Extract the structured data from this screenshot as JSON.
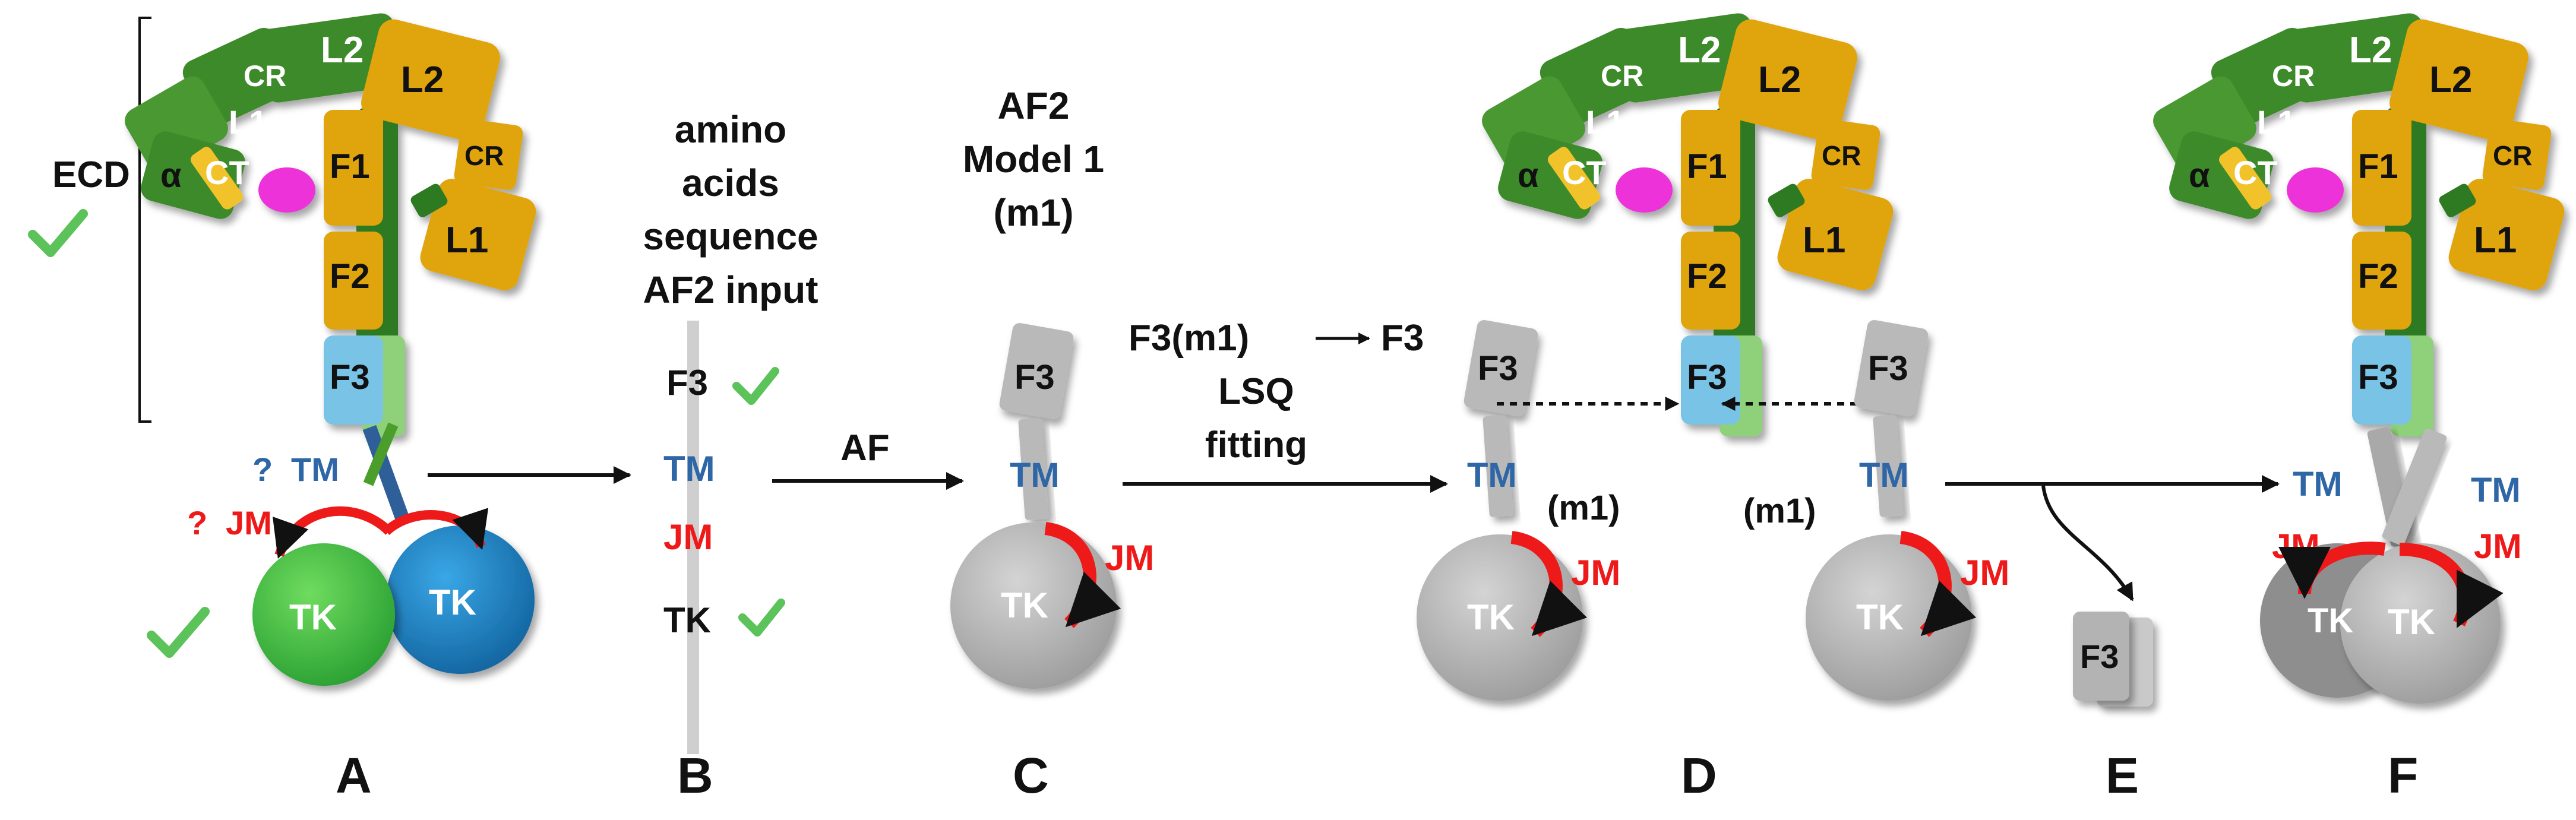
{
  "colors": {
    "ecd_green": "#3d8a2a",
    "ecd_green_light": "#5aa83c",
    "ecd_gold": "#e0a40e",
    "ecd_gold_dark": "#b07c08",
    "f3_blue": "#79c4e6",
    "f3_green": "#8fd17a",
    "alpha_ct_yellow": "#f2c229",
    "magenta": "#ee33d9",
    "tm_bar_blue": "#2e5f99",
    "tm_text_blue": "#2e66a6",
    "jm_red": "#ee1a1a",
    "tk_green": "#33b83a",
    "tk_blue": "#1c84c6",
    "grey": "#b9b9b9",
    "check_green": "#5cc25a"
  },
  "panel_letters": [
    "A",
    "B",
    "C",
    "D",
    "E",
    "F"
  ],
  "ecd_domains": {
    "cr_a": "CR",
    "l2_a": "L2",
    "l2_b": "L2",
    "l1_a": "L1",
    "alpha": "α",
    "ct": "CT",
    "f1": "F1",
    "cr_b": "CR",
    "f2": "F2",
    "l1_b": "L1",
    "f3": "F3"
  },
  "panel_a": {
    "ecd_label": "ECD",
    "tm_question": "?",
    "tm_label": "TM",
    "jm_question": "?",
    "jm_label": "JM",
    "tk_left": "TK",
    "tk_right": "TK"
  },
  "panel_b": {
    "heading": [
      "amino",
      "acids",
      "sequence",
      "AF2 input"
    ],
    "f3": "F3",
    "tm": "TM",
    "jm": "JM",
    "tk": "TK"
  },
  "arrow_af": "AF",
  "panel_c": {
    "heading": [
      "AF2",
      "Model 1",
      "(m1)"
    ],
    "f3": "F3",
    "tm": "TM",
    "jm": "JM",
    "tk": "TK"
  },
  "fitting": {
    "from": "F3(m1)",
    "to": "F3",
    "line2": "LSQ",
    "line3": "fitting"
  },
  "panel_d": {
    "left_f3": "F3",
    "left_tm": "TM",
    "left_m1": "(m1)",
    "left_jm": "JM",
    "left_tk": "TK",
    "right_f3": "F3",
    "right_tm": "TM",
    "right_m1": "(m1)",
    "right_jm": "JM",
    "right_tk": "TK"
  },
  "panel_e": {
    "f3": "F3"
  },
  "panel_f": {
    "tm_left": "TM",
    "tm_right": "TM",
    "jm_left": "JM",
    "jm_right": "JM",
    "tk_back": "TK",
    "tk_front": "TK"
  }
}
